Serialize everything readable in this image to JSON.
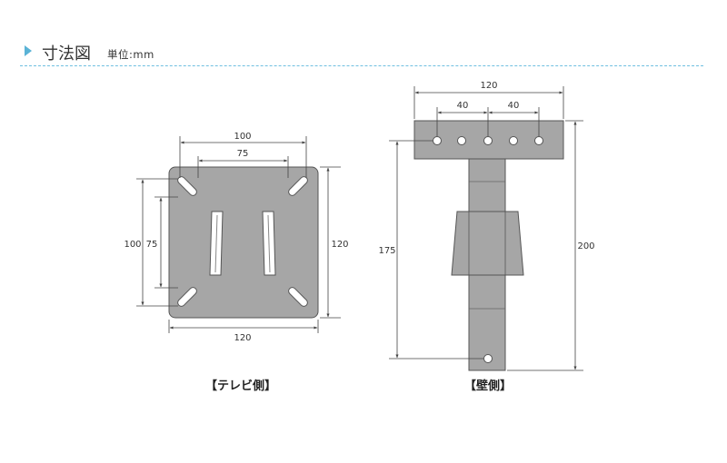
{
  "header": {
    "title": "寸法図",
    "unit_label": "単位:mm",
    "accent_color": "#5ab3d6",
    "arrow_icon": "triangle-right-icon"
  },
  "tv_side": {
    "caption": "【テレビ側】",
    "dim_top_outer": "100",
    "dim_top_inner": "75",
    "dim_left_outer": "100",
    "dim_left_inner": "75",
    "dim_right": "120",
    "dim_bottom": "120"
  },
  "wall_side": {
    "caption": "【壁側】",
    "dim_top_total": "120",
    "dim_top_left": "40",
    "dim_top_right": "40",
    "dim_left": "175",
    "dim_right": "200"
  },
  "colors": {
    "plate": "#a6a6a6",
    "plate_stroke": "#555555",
    "dimension_line": "#444444"
  }
}
